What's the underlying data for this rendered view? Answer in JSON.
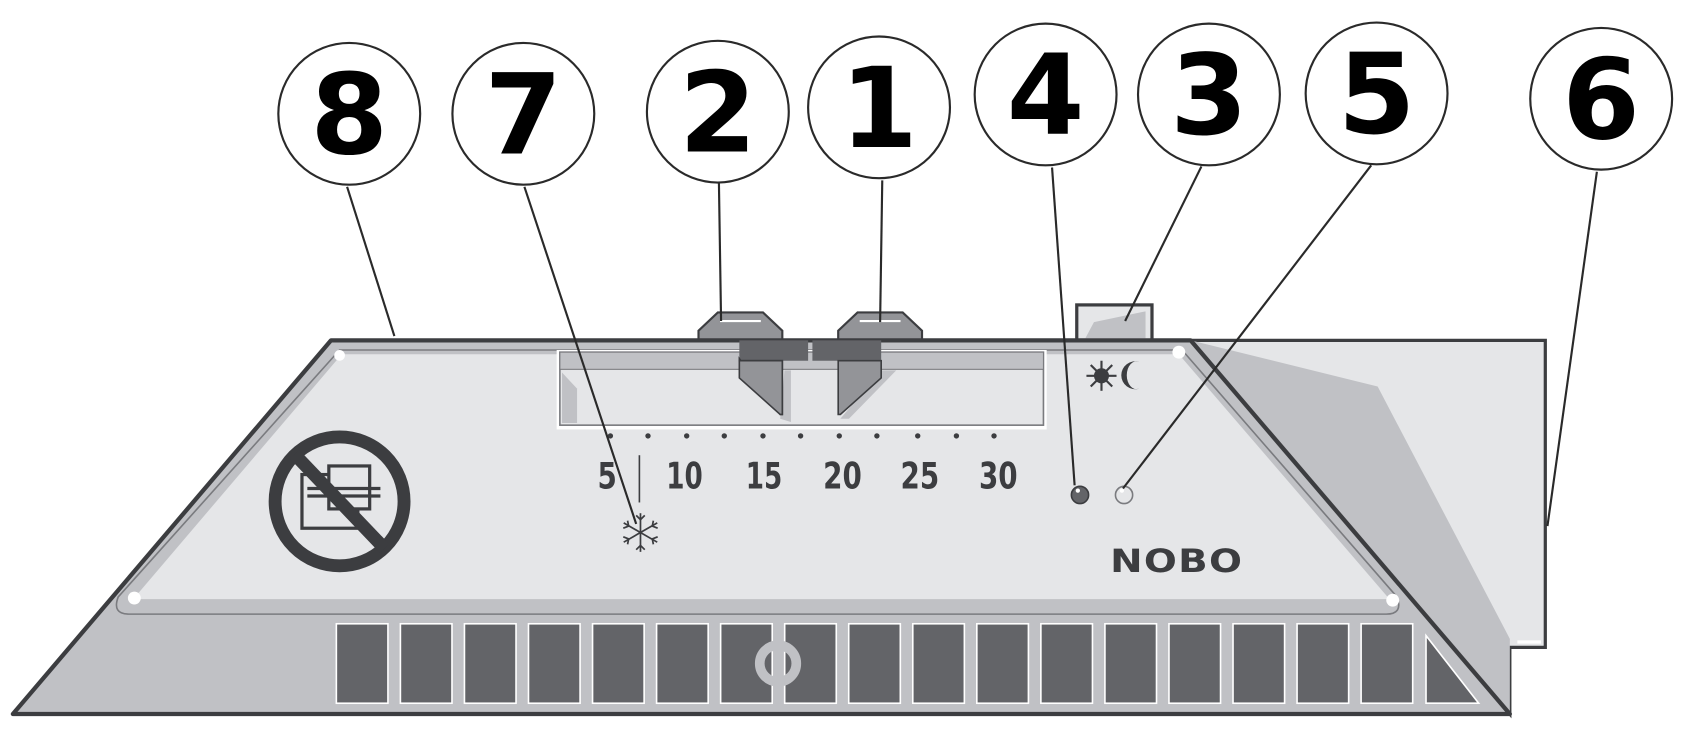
{
  "callouts": [
    {
      "id": "8",
      "label": "8"
    },
    {
      "id": "7",
      "label": "7"
    },
    {
      "id": "2",
      "label": "2"
    },
    {
      "id": "1",
      "label": "1"
    },
    {
      "id": "4",
      "label": "4"
    },
    {
      "id": "3",
      "label": "3"
    },
    {
      "id": "5",
      "label": "5"
    },
    {
      "id": "6",
      "label": "6"
    }
  ],
  "temperature_scale": {
    "labels": [
      "5",
      "10",
      "15",
      "20",
      "25",
      "30"
    ]
  },
  "brand": "NOBO",
  "icons": [
    "no-cover-warning-icon",
    "snowflake-icon",
    "sun-icon",
    "moon-icon",
    "led-indicator-dark",
    "led-indicator-light"
  ],
  "colors": {
    "panel": "#e5e6e8",
    "frame": "#c0c1c5",
    "vent": "#636468",
    "outline": "#3c3d40"
  }
}
